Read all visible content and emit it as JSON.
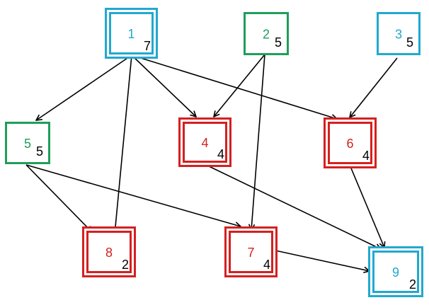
{
  "colors": {
    "blue": "#22A8CF",
    "green": "#1E9E5A",
    "red": "#D42020",
    "edge": "#000000"
  },
  "nodes": [
    {
      "key": "n1",
      "label": "1",
      "weight": "7",
      "color": "blue",
      "border": "double"
    },
    {
      "key": "n2",
      "label": "2",
      "weight": "5",
      "color": "green",
      "border": "single"
    },
    {
      "key": "n3",
      "label": "3",
      "weight": "5",
      "color": "blue",
      "border": "single"
    },
    {
      "key": "n5",
      "label": "5",
      "weight": "5",
      "color": "green",
      "border": "single"
    },
    {
      "key": "n4",
      "label": "4",
      "weight": "4",
      "color": "red",
      "border": "double"
    },
    {
      "key": "n6",
      "label": "6",
      "weight": "4",
      "color": "red",
      "border": "double"
    },
    {
      "key": "n8",
      "label": "8",
      "weight": "2",
      "color": "red",
      "border": "double"
    },
    {
      "key": "n7",
      "label": "7",
      "weight": "4",
      "color": "red",
      "border": "double"
    },
    {
      "key": "n9",
      "label": "9",
      "weight": "2",
      "color": "blue",
      "border": "double"
    }
  ],
  "edges": [
    {
      "from": "n1",
      "to": "n5"
    },
    {
      "from": "n1",
      "to": "n8"
    },
    {
      "from": "n1",
      "to": "n4"
    },
    {
      "from": "n1",
      "to": "n6"
    },
    {
      "from": "n2",
      "to": "n4"
    },
    {
      "from": "n2",
      "to": "n7"
    },
    {
      "from": "n3",
      "to": "n6"
    },
    {
      "from": "n5",
      "to": "n8"
    },
    {
      "from": "n5",
      "to": "n7"
    },
    {
      "from": "n4",
      "to": "n9"
    },
    {
      "from": "n6",
      "to": "n9"
    },
    {
      "from": "n7",
      "to": "n9"
    }
  ]
}
